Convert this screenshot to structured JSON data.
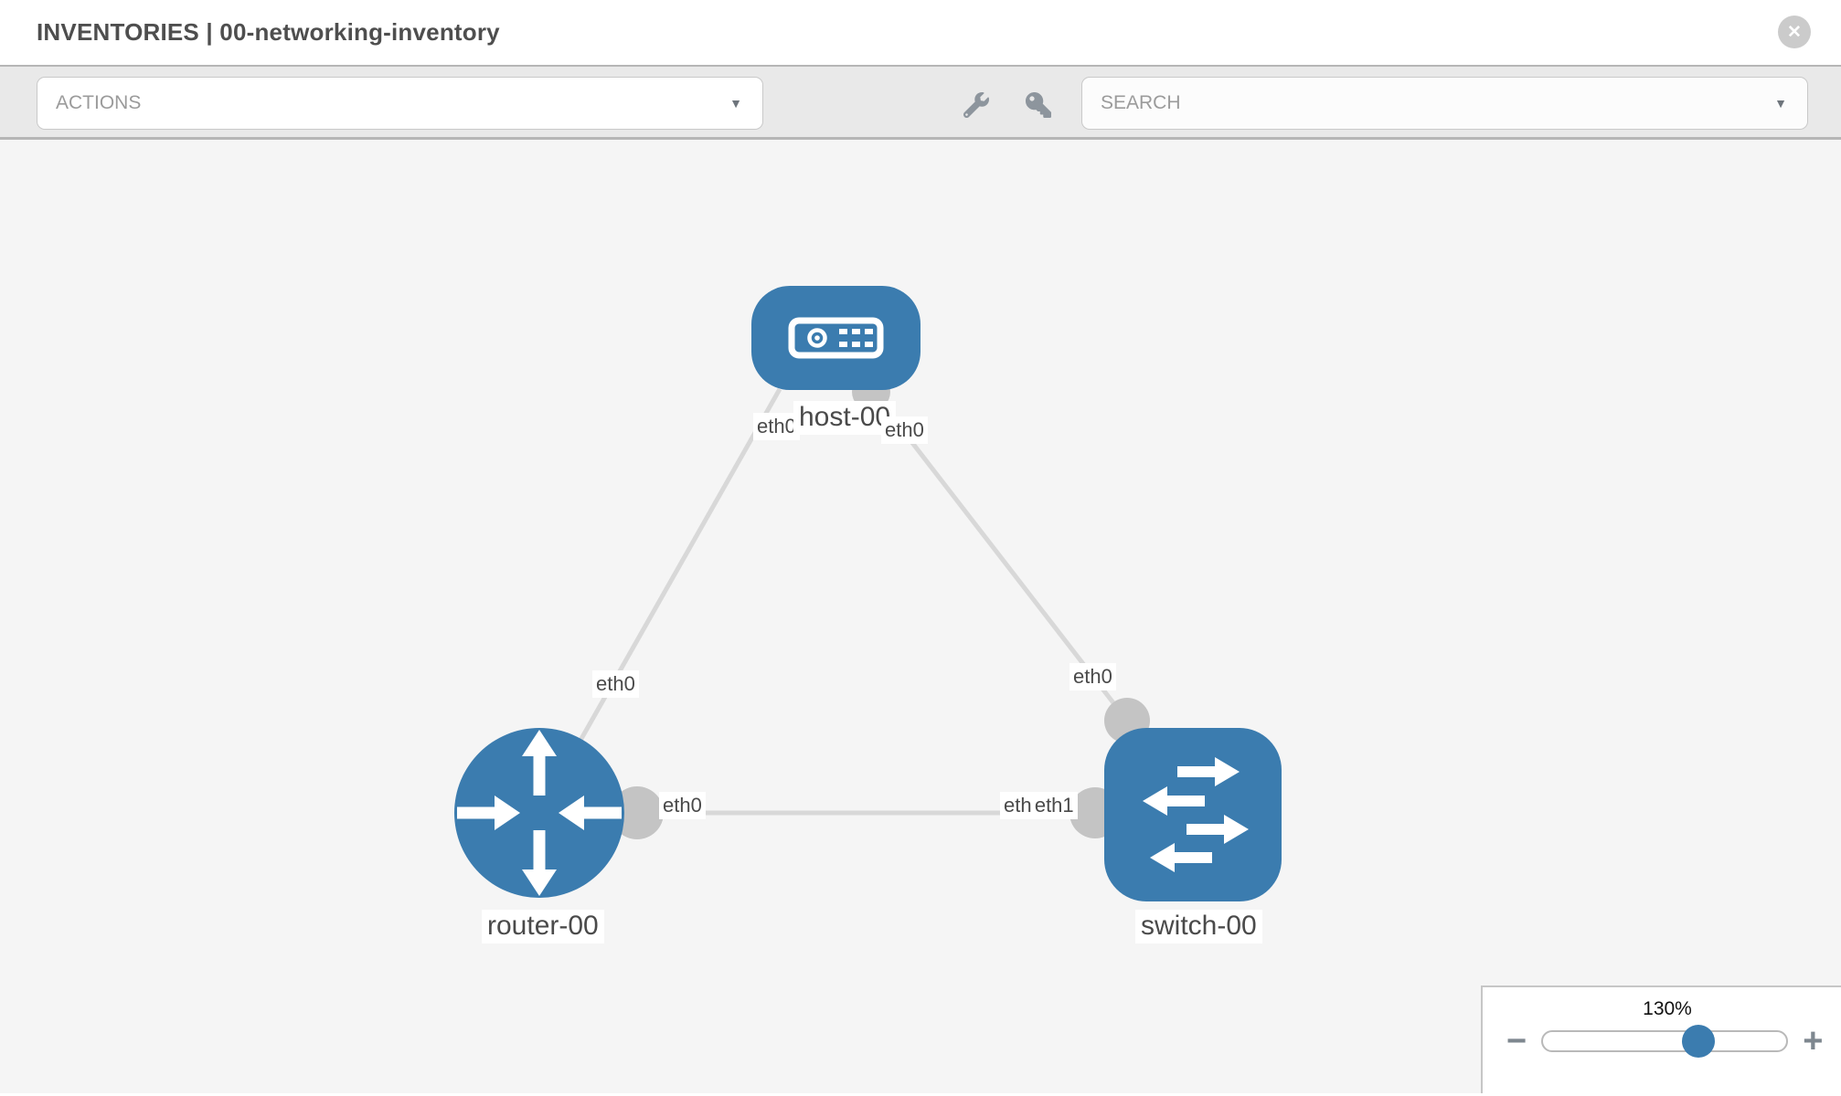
{
  "header": {
    "title": "INVENTORIES | 00-networking-inventory"
  },
  "toolbar": {
    "actions_label": "ACTIONS",
    "search_label": "SEARCH"
  },
  "icons": {
    "close": "✕",
    "dropdown_arrow": "▼",
    "minus": "−",
    "plus": "+",
    "wrench": "wrench-icon",
    "key": "key-icon"
  },
  "topology": {
    "nodes": [
      {
        "id": "host-00",
        "type": "host"
      },
      {
        "id": "router-00",
        "type": "router"
      },
      {
        "id": "switch-00",
        "type": "switch"
      }
    ],
    "links": [
      {
        "from": "host-00",
        "to": "router-00",
        "from_iface": "eth0",
        "to_iface": "eth0"
      },
      {
        "from": "host-00",
        "to": "switch-00",
        "from_iface": "eth0",
        "to_iface": "eth0"
      },
      {
        "from": "router-00",
        "to": "switch-00",
        "from_iface": "eth0",
        "to_iface": "eth1"
      }
    ],
    "labels": {
      "host": "host-00",
      "router": "router-00",
      "switch": "switch-00",
      "host_left_iface": "eth0",
      "host_right_iface": "eth0",
      "host_router_link_iface": "eth0",
      "host_switch_link_iface": "eth0",
      "router_switch_link_router_iface": "eth0",
      "router_switch_link_switch_iface_back": "eth0",
      "router_switch_link_switch_iface_front": "eth1"
    }
  },
  "zoom_control": {
    "value": "130%"
  },
  "colors": {
    "node_blue": "#3b7caf",
    "link_gray": "#d8d8d8",
    "connector_gray": "#c4c4c4"
  }
}
